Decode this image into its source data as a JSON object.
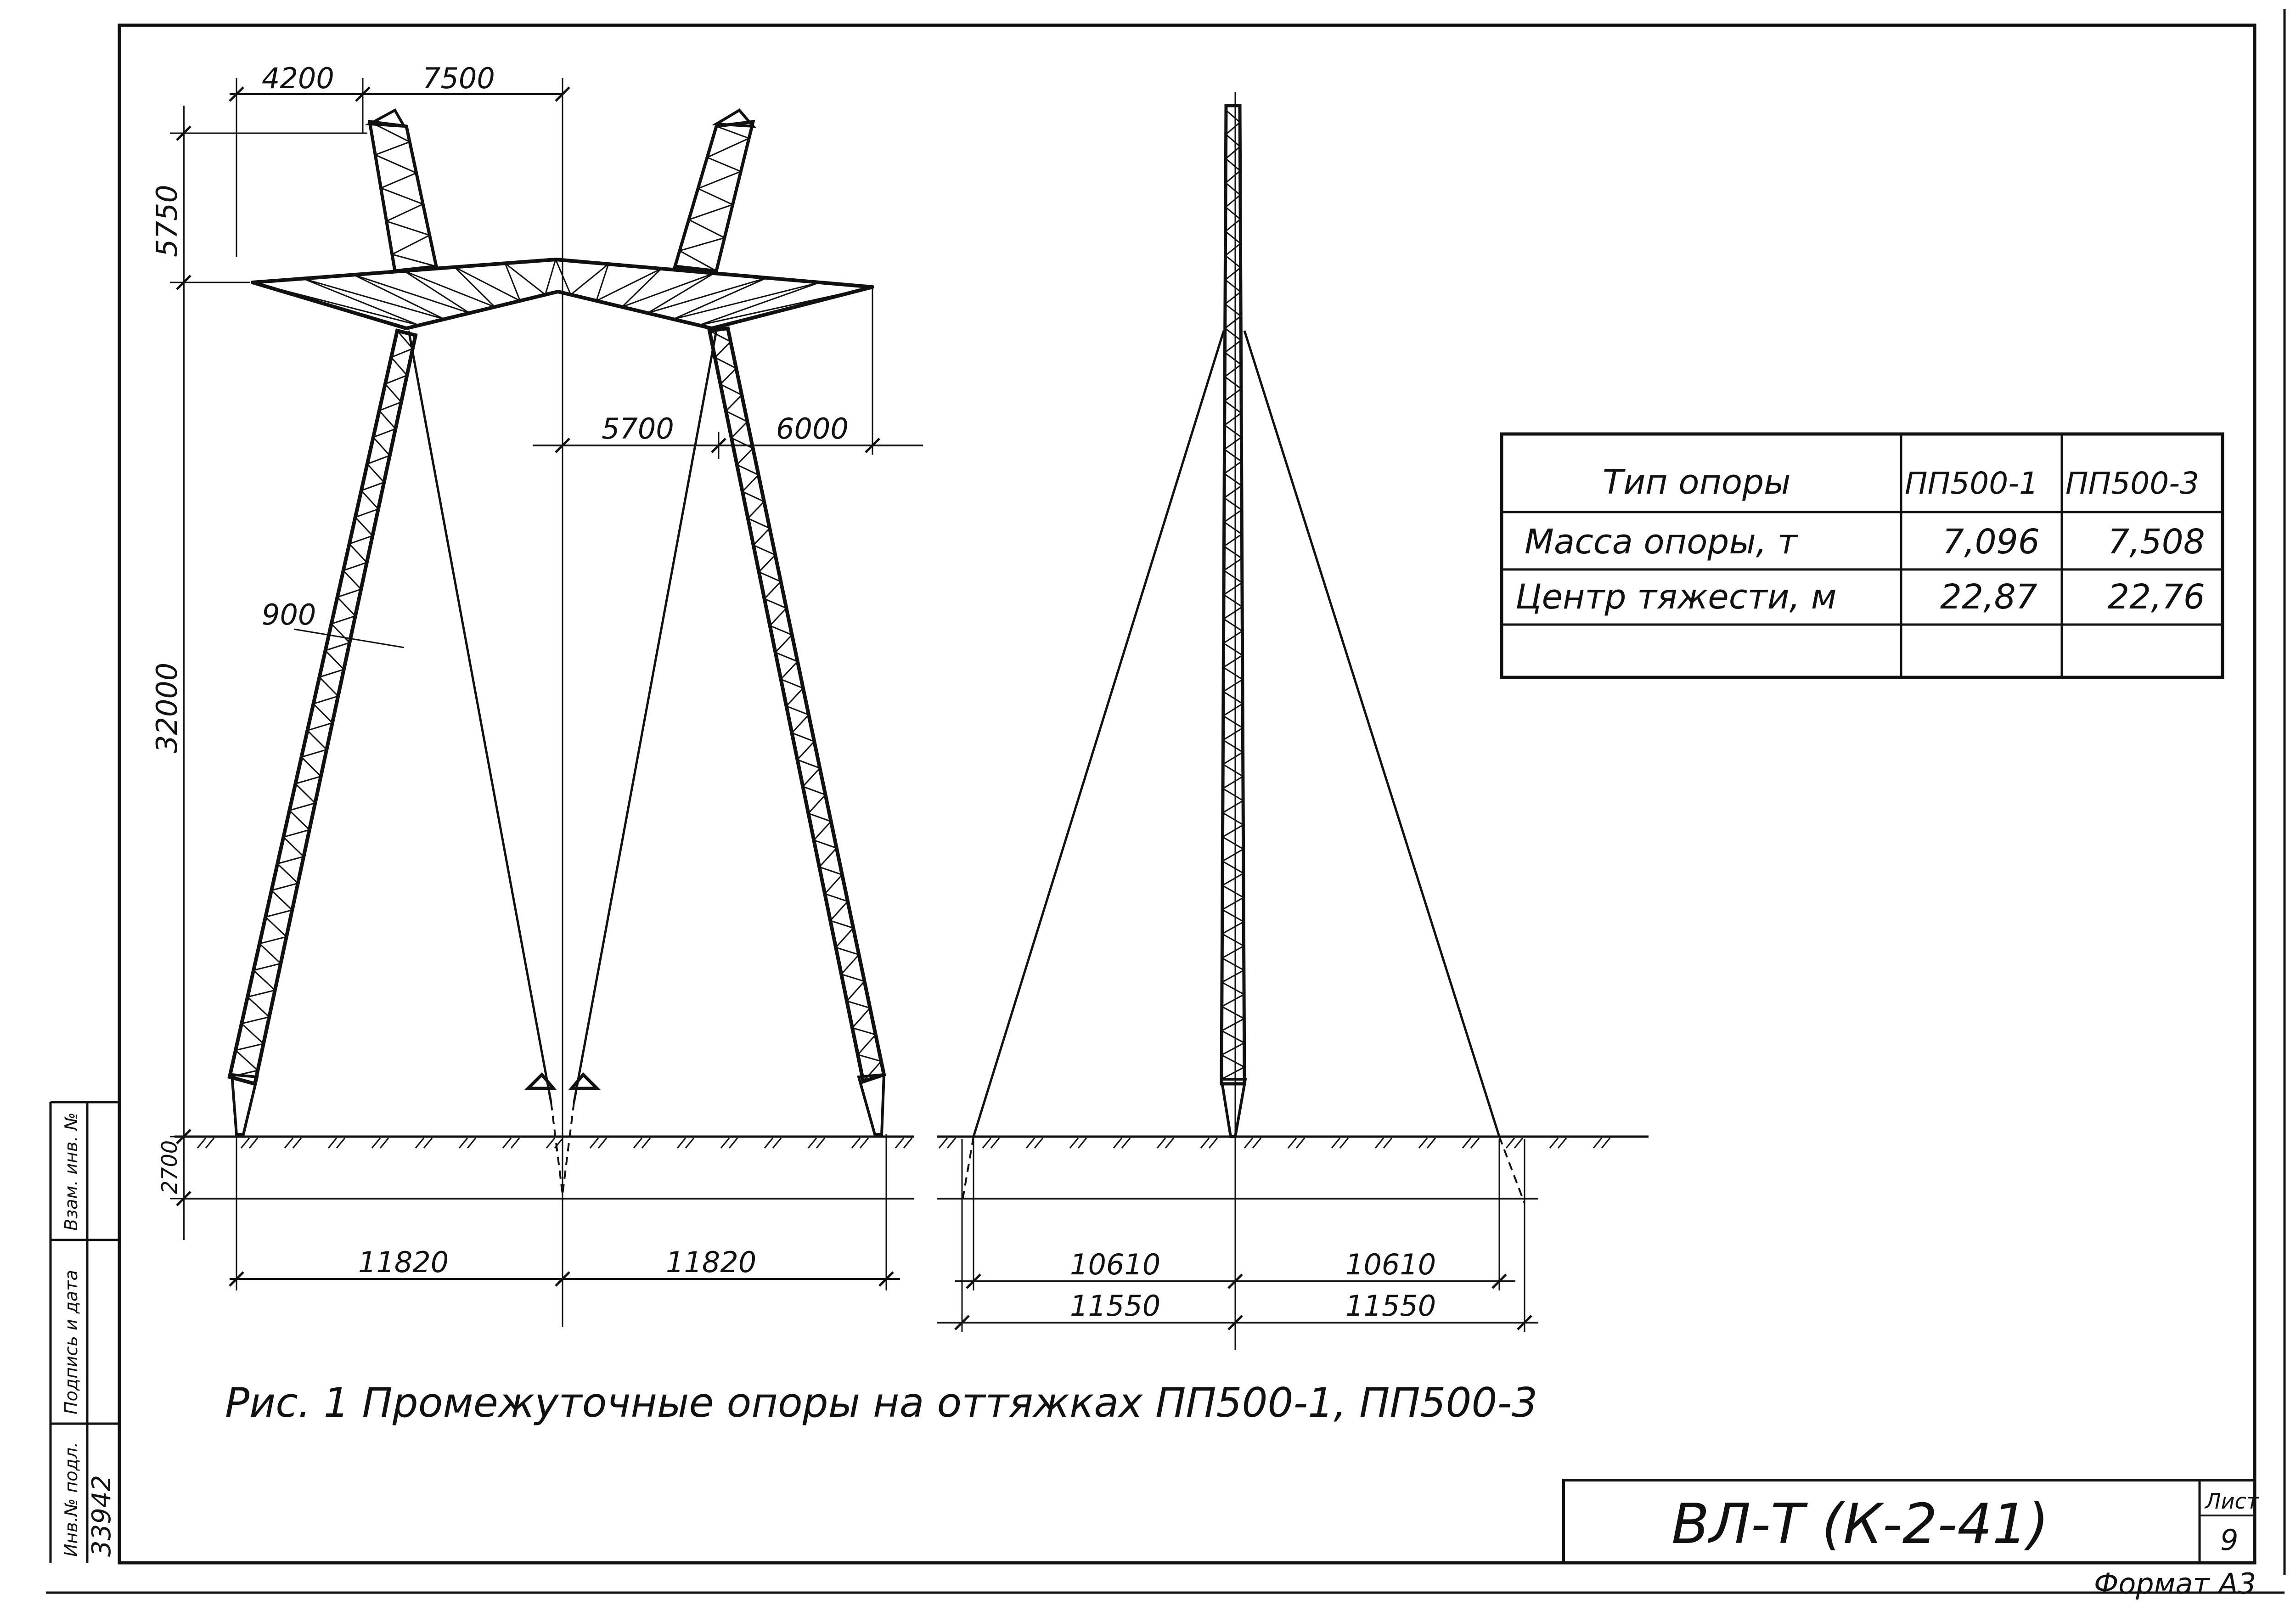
{
  "dimensions": {
    "arm_left": "4200",
    "arm_right": "7500",
    "peak_height": "5750",
    "lower_left": "5700",
    "lower_right": "6000",
    "leg_width": "900",
    "mast_height": "32000",
    "foundation_depth": "2700",
    "base_left": "11820",
    "base_right": "11820",
    "guy_inner_left": "10610",
    "guy_inner_right": "10610",
    "guy_outer_left": "11550",
    "guy_outer_right": "11550"
  },
  "spec_table": {
    "header_label": "Тип опоры",
    "columns": [
      "ПП500-1",
      "ПП500-3"
    ],
    "rows": [
      {
        "label": "Масса опоры, т",
        "values": [
          "7,096",
          "7,508"
        ]
      },
      {
        "label": "Центр тяжести, м",
        "values": [
          "22,87",
          "22,76"
        ]
      },
      {
        "label": "",
        "values": [
          "",
          ""
        ]
      }
    ]
  },
  "caption": "Рис. 1  Промежуточные опоры на оттяжках ПП500-1, ПП500-3",
  "title_block": {
    "code": "ВЛ-Т (К-2-41)",
    "sheet_label": "Лист",
    "sheet_number": "9"
  },
  "format_label": "Формат А3",
  "side_stamp": {
    "inv_label": "Инв.№ подл.",
    "inv_number": "33942",
    "signature_label": "Подпись и дата",
    "replace_label": "Взам. инв. №"
  }
}
